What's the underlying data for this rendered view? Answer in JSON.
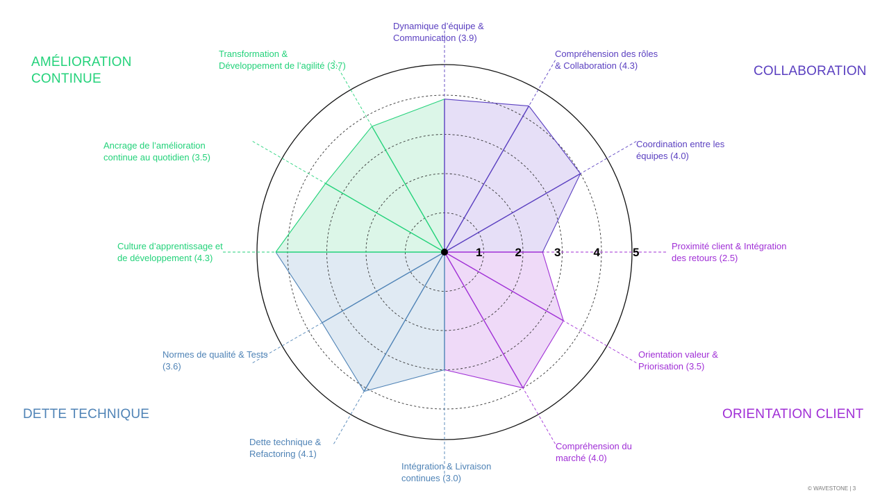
{
  "chart_data": {
    "type": "radar",
    "r_max": 5,
    "ticks": [
      "1",
      "2",
      "3",
      "4",
      "5"
    ],
    "axes": [
      {
        "label_line1": "Dynamique d’équipe &",
        "label_line2": "Communication (3.9)",
        "value": 3.9,
        "group": "collab"
      },
      {
        "label_line1": "Compréhension des rôles",
        "label_line2": "& Collaboration (4.3)",
        "value": 4.3,
        "group": "collab"
      },
      {
        "label_line1": "Coordination entre les",
        "label_line2": "équipes (4.0)",
        "value": 4.0,
        "group": "collab"
      },
      {
        "label_line1": "Proximité client & Intégration",
        "label_line2": "des retours (2.5)",
        "value": 2.5,
        "group": "client"
      },
      {
        "label_line1": "Orientation valeur &",
        "label_line2": "Priorisation (3.5)",
        "value": 3.5,
        "group": "client"
      },
      {
        "label_line1": "Compréhension du",
        "label_line2": "marché (4.0)",
        "value": 4.0,
        "group": "client"
      },
      {
        "label_line1": "Intégration & Livraison",
        "label_line2": "continues (3.0)",
        "value": 3.0,
        "group": "dette"
      },
      {
        "label_line1": "Dette technique &",
        "label_line2": "Refactoring (4.1)",
        "value": 4.1,
        "group": "dette"
      },
      {
        "label_line1": "Normes de qualité & Tests",
        "label_line2": "(3.6)",
        "value": 3.6,
        "group": "dette"
      },
      {
        "label_line1": "Culture d’apprentissage et",
        "label_line2": "de développement (4.3)",
        "value": 4.3,
        "group": "amelio"
      },
      {
        "label_line1": "Ancrage de l’amélioration",
        "label_line2": "continue au quotidien (3.5)",
        "value": 3.5,
        "group": "amelio"
      },
      {
        "label_line1": "Transformation &",
        "label_line2": "Développement de l’agilité (3.7)",
        "value": 3.7,
        "group": "amelio"
      }
    ],
    "groups": {
      "collab": {
        "title": "COLLABORATION",
        "color": "#5a3fc0",
        "fill": "#e3dcf6"
      },
      "client": {
        "title": "ORIENTATION CLIENT",
        "color": "#a02fd6",
        "fill": "#edd6f7"
      },
      "dette": {
        "title": "DETTE TECHNIQUE",
        "color": "#4f83b6",
        "fill": "#dde8f2"
      },
      "amelio": {
        "title_line1": "AMÉLIORATION",
        "title_line2": "CONTINUE",
        "color": "#23d27a",
        "fill": "#d8f5e5"
      }
    }
  },
  "footer": "© WAVESTONE | 3"
}
